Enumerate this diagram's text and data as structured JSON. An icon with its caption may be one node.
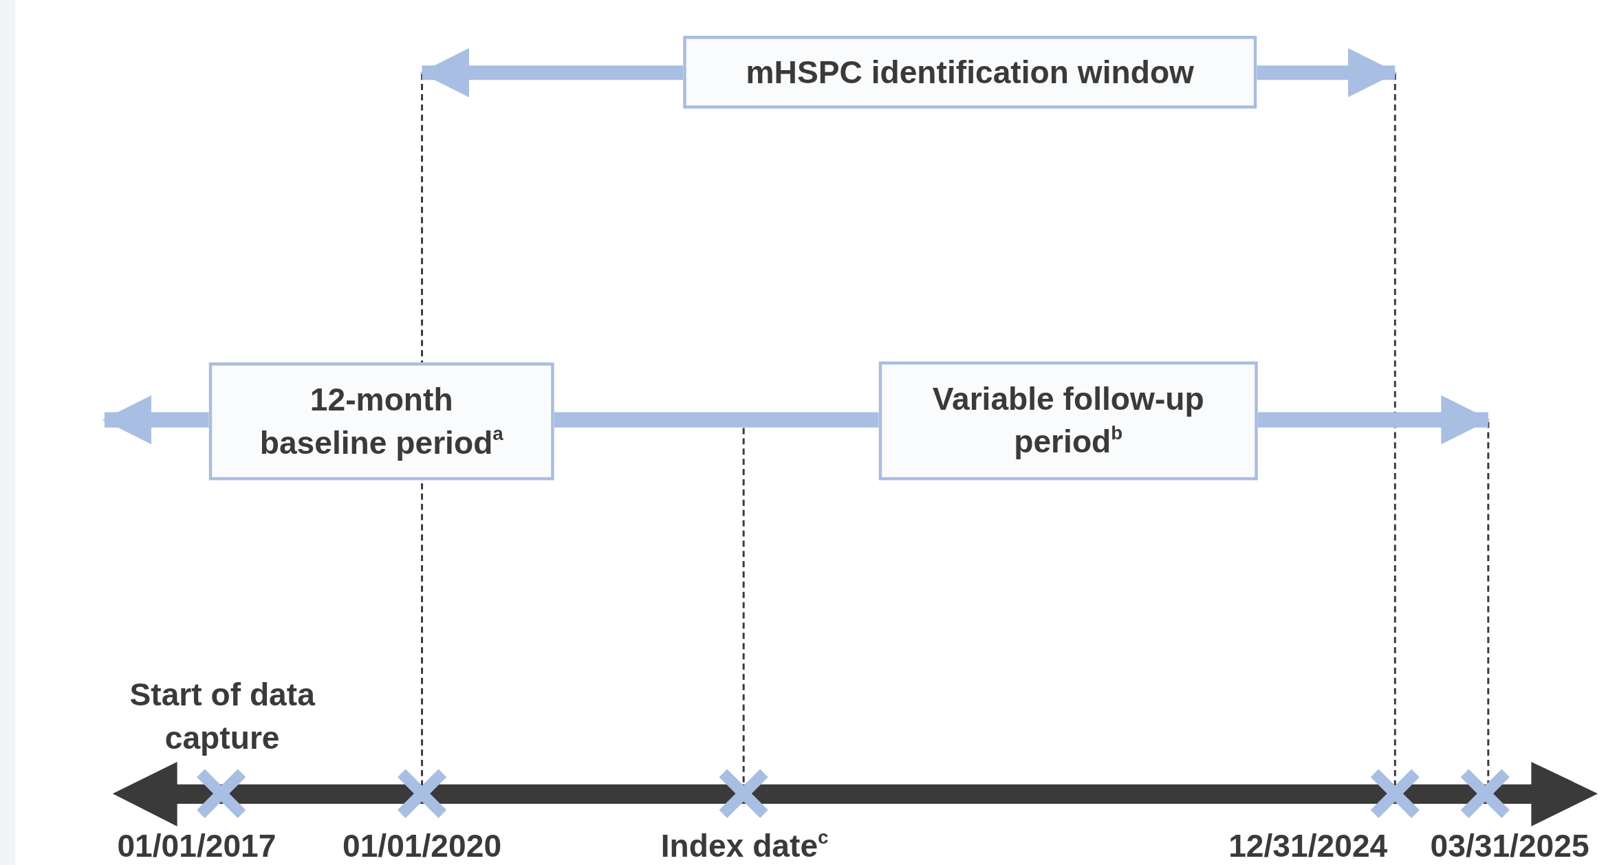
{
  "diagram": {
    "nodes": [
      {
        "text": [
          "mHSPC identification window"
        ]
      },
      {
        "text": [
          "12-month baseline period$^{a}$"
        ]
      },
      {
        "text": [
          "Variable follow-up period$^{b}$"
        ]
      }
    ],
    "edges": [
      {
        "from": 0,
        "to": null,
        "arrow": "to"
      },
      {
        "from": 0,
        "to": null,
        "arrow": "to"
      },
      {
        "from": 1,
        "to": null,
        "arrow": "to"
      },
      {
        "from": 1,
        "to": 2,
        "arrow": "none"
      },
      {
        "from": 2,
        "to": null,
        "arrow": "to"
      }
    ],
    "labels": [
      "Start of data capture",
      "01/01/2017",
      "01/01/2020",
      "Index date$^{c}$",
      "12/31/2024",
      "03/31/2025"
    ]
  }
}
